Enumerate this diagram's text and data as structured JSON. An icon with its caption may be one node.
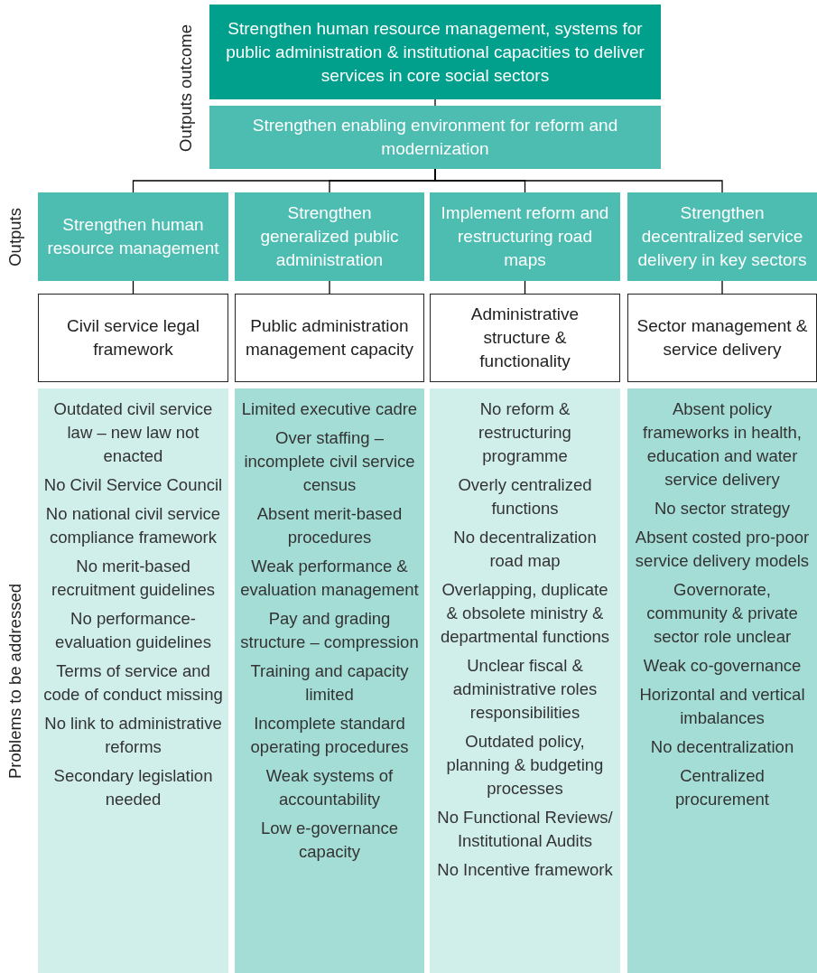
{
  "diagram": {
    "nodes": [
      {
        "text": [
          "Strengthen human resource management, systems for public administration & institutional capacities to deliver services in core social sectors"
        ]
      },
      {
        "text": [
          "Strengthen enabling environment for reform and modernization"
        ]
      },
      {
        "text": [
          "Strengthen human resource management"
        ]
      },
      {
        "text": [
          "Strengthen generalized public administration"
        ]
      },
      {
        "text": [
          "Implement reform and restructuring road maps"
        ]
      },
      {
        "text": [
          "Strengthen decentralized service delivery in key sectors"
        ]
      },
      {
        "text": [
          "Civil service legal framework"
        ]
      },
      {
        "text": [
          "Public administration management capacity"
        ]
      },
      {
        "text": [
          "Administrative structure & functionality"
        ]
      },
      {
        "text": [
          "Sector management & service delivery"
        ]
      },
      {
        "text": [
          "Outdated civil service law – new law not enacted",
          "No Civil Service Council",
          "No national civil service compliance framework",
          "No merit-based recruitment guidelines",
          "No performance-evaluation guidelines",
          "Terms of service and code of conduct missing",
          "No link to administrative reforms",
          "Secondary legislation needed"
        ]
      },
      {
        "text": [
          "Limited executive cadre",
          "Over staffing – incomplete civil service census",
          "Absent merit-based procedures",
          "Weak performance & evaluation management",
          "Pay and grading structure – compression",
          "Training and capacity limited",
          "Incomplete standard operating procedures",
          "Weak systems of accountability",
          "Low e-governance capacity"
        ]
      },
      {
        "text": [
          "No reform & restructuring programme",
          "Overly centralized functions",
          "No decentralization road map",
          "Overlapping, duplicate & obsolete ministry & departmental functions",
          "Unclear fiscal & administrative roles responsibilities",
          "Outdated policy, planning & budgeting processes",
          "No Functional Reviews/ Institutional Audits",
          "No Incentive framework"
        ]
      },
      {
        "text": [
          "Absent policy frameworks in health, education and water service delivery",
          "No sector strategy",
          "Absent costed pro-poor service delivery models",
          "Governorate, community & private sector role unclear",
          "Weak co-governance",
          "Horizontal and vertical imbalances",
          "No decentralization",
          "Centralized procurement"
        ]
      }
    ],
    "edges": [
      {
        "from": 0,
        "to": 1,
        "arrow": "none"
      },
      {
        "from": 1,
        "to": 2,
        "arrow": "none"
      },
      {
        "from": 1,
        "to": 3,
        "arrow": "none"
      },
      {
        "from": 1,
        "to": 4,
        "arrow": "none"
      },
      {
        "from": 1,
        "to": 5,
        "arrow": "none"
      },
      {
        "from": 2,
        "to": 6,
        "arrow": "none"
      },
      {
        "from": 3,
        "to": 7,
        "arrow": "none"
      },
      {
        "from": 4,
        "to": 8,
        "arrow": "none"
      },
      {
        "from": 5,
        "to": 9,
        "arrow": "none"
      }
    ],
    "labels": [
      "Outputs outcome",
      "Outputs",
      "Problems to be addressed"
    ]
  }
}
